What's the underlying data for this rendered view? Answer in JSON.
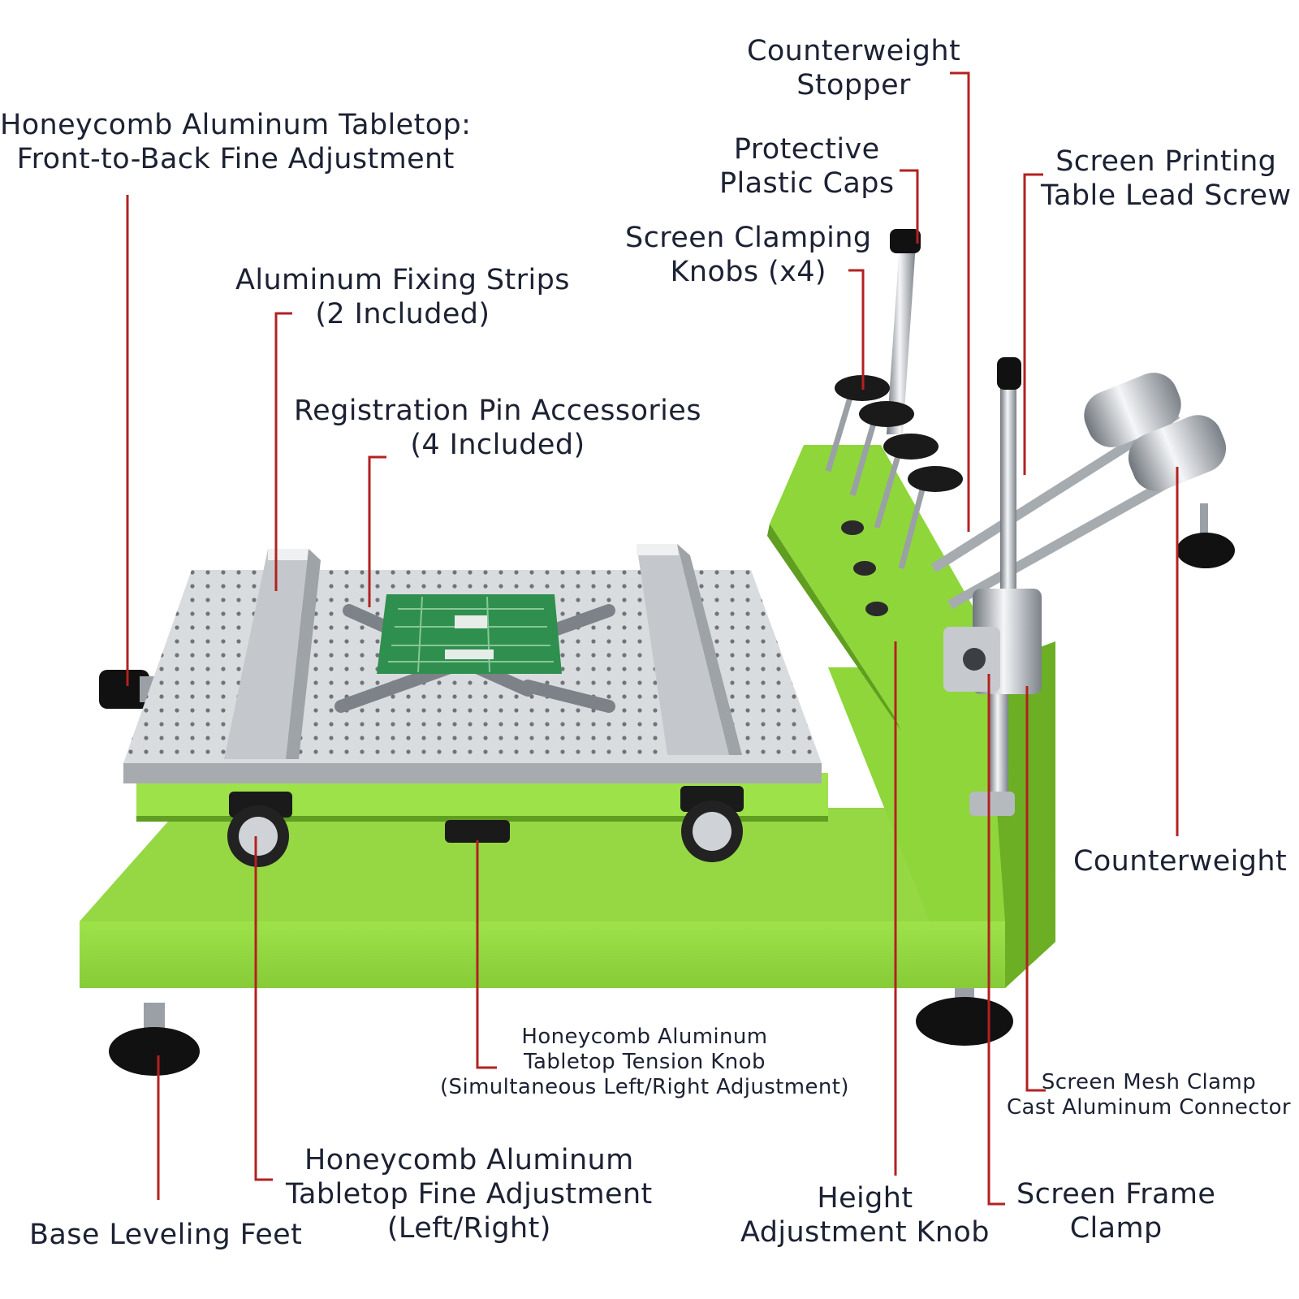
{
  "labels": {
    "counterweight_stopper": [
      "Counterweight",
      "Stopper"
    ],
    "tabletop_front_back": [
      "Honeycomb Aluminum Tabletop:",
      "Front-to-Back Fine Adjustment"
    ],
    "protective_caps": [
      "Protective",
      "Plastic Caps"
    ],
    "lead_screw": [
      "Screen Printing",
      "Table Lead Screw"
    ],
    "clamping_knobs": [
      "Screen Clamping",
      "Knobs (x4)"
    ],
    "fixing_strips": [
      "Aluminum Fixing Strips",
      "(2 Included)"
    ],
    "registration_pins": [
      "Registration Pin Accessories",
      "(4 Included)"
    ],
    "counterweight": [
      "Counterweight"
    ],
    "tension_knob": [
      "Honeycomb Aluminum",
      "Tabletop Tension Knob",
      "(Simultaneous Left/Right Adjustment)"
    ],
    "mesh_clamp": [
      "Screen Mesh Clamp",
      "Cast Aluminum Connector"
    ],
    "fine_left_right": [
      "Honeycomb Aluminum",
      "Tabletop Fine Adjustment",
      "(Left/Right)"
    ],
    "height_knob": [
      "Height",
      "Adjustment Knob"
    ],
    "frame_clamp": [
      "Screen Frame",
      "Clamp"
    ],
    "leveling_feet": [
      "Base Leveling Feet"
    ]
  },
  "colors": {
    "frame_green": "#8ed63a",
    "frame_green_dark": "#6cae24",
    "aluminum": "#d9dcdf",
    "leader_red": "#b32121",
    "pcb_green": "#2f8f4f",
    "text": "#1c2233"
  }
}
